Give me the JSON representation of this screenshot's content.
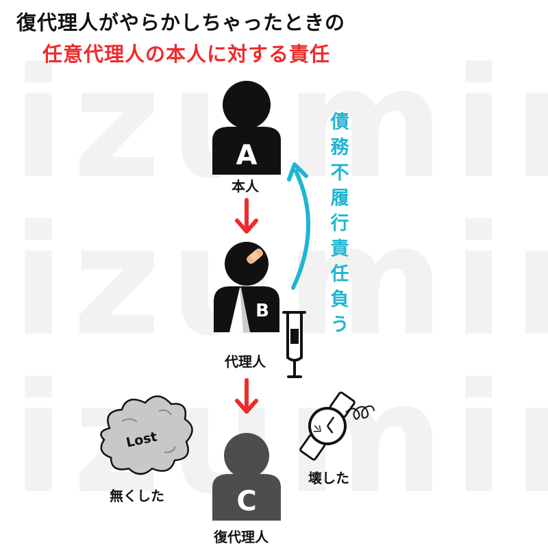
{
  "title": {
    "line1": "復代理人がやらかしちゃったときの",
    "line2": "任意代理人の本人に対する責任"
  },
  "watermark": "izumin",
  "persons": {
    "a": {
      "letter": "A",
      "label": "本人"
    },
    "b": {
      "letter": "B",
      "label": "代理人"
    },
    "c": {
      "letter": "C",
      "label": "復代理人"
    }
  },
  "liability_label": "債務不履行責任負う",
  "lost": {
    "cloud_text": "Lost",
    "label": "無くした"
  },
  "broken": {
    "label": "壊した"
  },
  "colors": {
    "person_black": "#111111",
    "person_gray": "#4d4d4d",
    "red_arrow": "#ee2b2b",
    "blue_arrow": "#1fb5d1",
    "title_red": "#ee2b2b"
  }
}
